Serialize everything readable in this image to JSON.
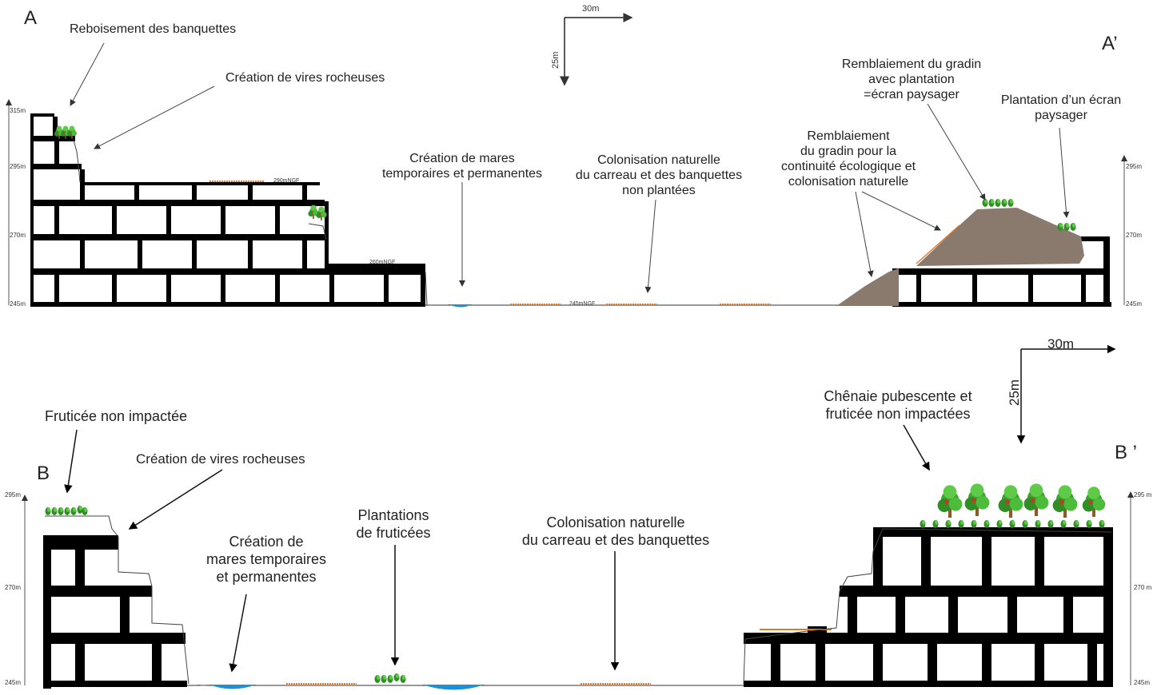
{
  "sectionA": {
    "start_label": "A",
    "end_label": "A’",
    "scale": {
      "horizontal": "30m",
      "vertical": "25m"
    },
    "left_axis": [
      "315m",
      "295m",
      "270m",
      "245m"
    ],
    "right_axis": [
      "295m",
      "270m",
      "245m"
    ],
    "levels": {
      "upper": "290mNGF",
      "middle": "260mNGF",
      "floor": "245mNGF"
    },
    "annotations": {
      "reboisement": "Reboisement des banquettes",
      "vires": "Création de vires rocheuses",
      "mares_1": "Création de mares",
      "mares_2": "temporaires et permanentes",
      "colonisation_1": "Colonisation naturelle",
      "colonisation_2": "du carreau et des banquettes",
      "colonisation_3": "non plantées",
      "remblaiement_1": "Remblaiement",
      "remblaiement_2": "du gradin pour la",
      "remblaiement_3": "continuité écologique et",
      "remblaiement_4": "colonisation naturelle",
      "gradin_1": "Remblaiement du gradin",
      "gradin_2": "avec plantation",
      "gradin_3": "=écran paysager",
      "ecran_1": "Plantation d’un écran",
      "ecran_2": "paysager"
    }
  },
  "sectionB": {
    "start_label": "B",
    "end_label": "B ’",
    "scale": {
      "horizontal": "30m",
      "vertical": "25m"
    },
    "left_axis": [
      "295m",
      "270m",
      "245m"
    ],
    "right_axis": [
      "295 m",
      "270 m",
      "245m"
    ],
    "annotations": {
      "fruticee": "Fruticée non impactée",
      "vires": "Création de vires rocheuses",
      "mares_1": "Création de",
      "mares_2": "mares temporaires",
      "mares_3": "et permanentes",
      "plantations_1": "Plantations",
      "plantations_2": "de fruticées",
      "colonisation_1": "Colonisation naturelle",
      "colonisation_2": "du carreau et des banquettes",
      "chenaie_1": "Chênaie pubescente et",
      "chenaie_2": "fruticée non impactées"
    }
  },
  "colors": {
    "rock": "#000000",
    "water": "#1e90d6",
    "backfill": "#8a7a6e",
    "soil_line": "#e07a2a",
    "tree_green": "#3aa62e",
    "tree_dark": "#1f6e1a",
    "trunk": "#8a5a2a"
  }
}
